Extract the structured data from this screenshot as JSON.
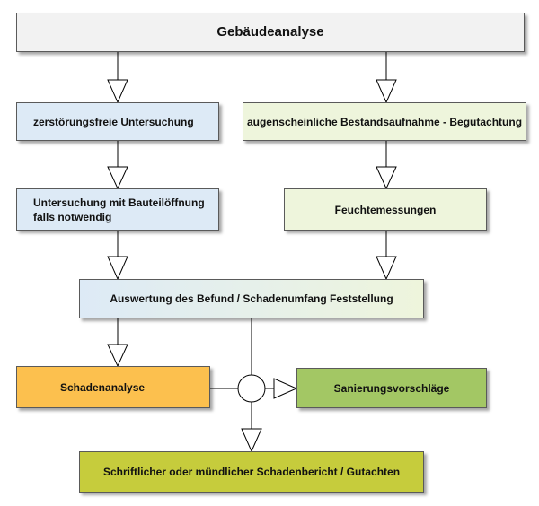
{
  "colors": {
    "title_fill": "#f2f2f2",
    "blue_fill": "#ddeaf6",
    "green_light_fill": "#eef5dc",
    "orange_fill": "#fcc04e",
    "green_mid_fill": "#a3c764",
    "olive_fill": "#c6cc3c",
    "line": "#000000"
  },
  "boxes": {
    "title": "Gebäudeanalyse",
    "nondestructive": "zerstörungsfreie Untersuchung",
    "visual_inventory": "augenscheinliche Bestandsaufnahme - Begutachtung",
    "opening_1": "Untersuchung mit Bauteilöffnung",
    "opening_2": "falls notwendig",
    "moisture": "Feuchtemessungen",
    "evaluation": "Auswertung des Befund / Schadenumfang Feststellung",
    "damage_analysis": "Schadenanalyse",
    "renovation": "Sanierungsvorschläge",
    "report": "Schriftlicher oder mündlicher Schadenbericht / Gutachten"
  }
}
